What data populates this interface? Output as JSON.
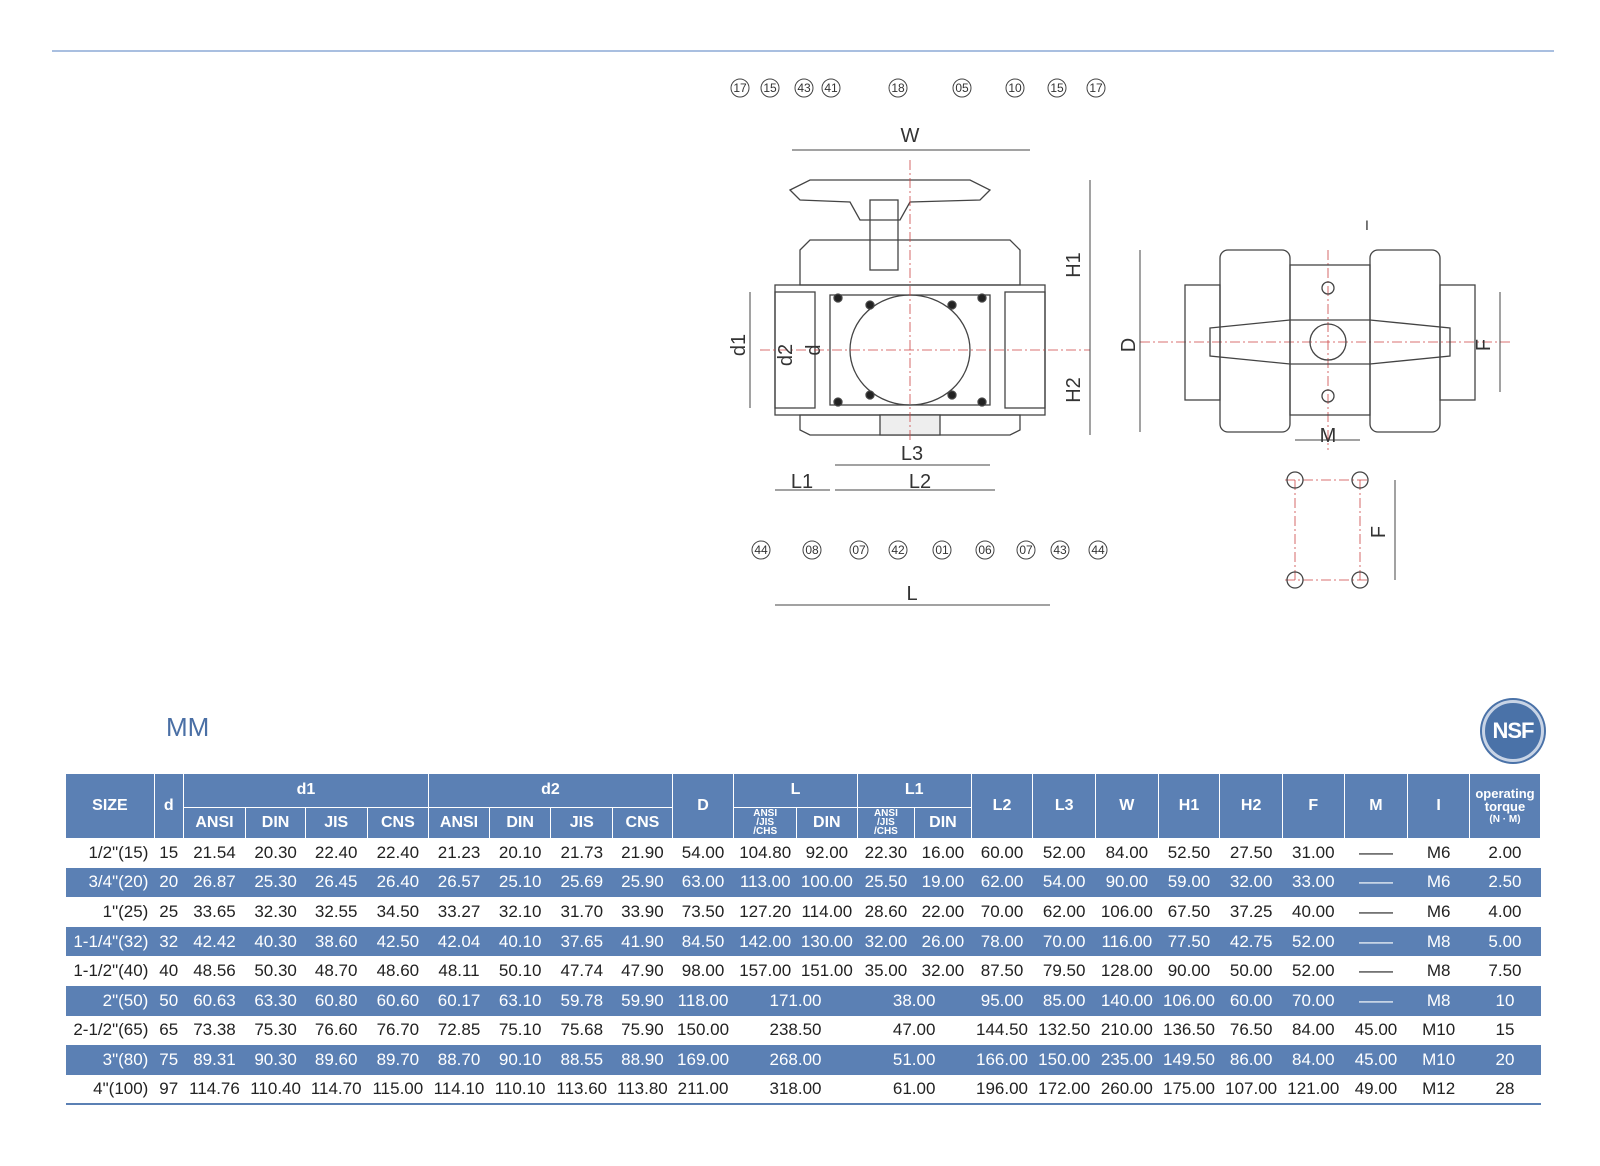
{
  "unit": "MM",
  "logo": "NSF",
  "drawing": {
    "callouts_top": [
      "17",
      "15",
      "43",
      "41",
      "18",
      "05",
      "10",
      "15",
      "17"
    ],
    "callouts_bottom": [
      "44",
      "08",
      "07",
      "42",
      "01",
      "06",
      "07",
      "43",
      "44"
    ],
    "dims": {
      "W": "W",
      "H1": "H1",
      "H2": "H2",
      "d1": "d1",
      "d2": "d2",
      "d": "d",
      "L": "L",
      "L1": "L1",
      "L2": "L2",
      "L3": "L3",
      "D": "D",
      "F": "F",
      "M": "M",
      "I": "I"
    }
  },
  "table": {
    "header": {
      "size": "SIZE",
      "d": "d",
      "d1": "d1",
      "d2": "d2",
      "D": "D",
      "L": "L",
      "L1": "L1",
      "L2": "L2",
      "L3": "L3",
      "W": "W",
      "H1": "H1",
      "H2": "H2",
      "F": "F",
      "M": "M",
      "I": "I",
      "torque_line1": "operating",
      "torque_line2": "torque",
      "torque_line3": "(N · M)",
      "ansi": "ANSI",
      "din": "DIN",
      "jis": "JIS",
      "cns": "CNS",
      "ansi_jis_chs_1": "ANSI",
      "ansi_jis_chs_2": "/JIS",
      "ansi_jis_chs_3": "/CHS"
    },
    "rows": [
      {
        "size": "1/2\"(15)",
        "d": "15",
        "d1_ansi": "21.54",
        "d1_din": "20.30",
        "d1_jis": "22.40",
        "d1_cns": "22.40",
        "d2_ansi": "21.23",
        "d2_din": "20.10",
        "d2_jis": "21.73",
        "d2_cns": "21.90",
        "D": "54.00",
        "L_ansi": "104.80",
        "L_din": "92.00",
        "L1_ansi": "22.30",
        "L1_din": "16.00",
        "L2": "60.00",
        "L3": "52.00",
        "W": "84.00",
        "H1": "52.50",
        "H2": "27.50",
        "F": "31.00",
        "M": "——",
        "I": "M6",
        "torque": "2.00"
      },
      {
        "size": "3/4\"(20)",
        "d": "20",
        "d1_ansi": "26.87",
        "d1_din": "25.30",
        "d1_jis": "26.45",
        "d1_cns": "26.40",
        "d2_ansi": "26.57",
        "d2_din": "25.10",
        "d2_jis": "25.69",
        "d2_cns": "25.90",
        "D": "63.00",
        "L_ansi": "113.00",
        "L_din": "100.00",
        "L1_ansi": "25.50",
        "L1_din": "19.00",
        "L2": "62.00",
        "L3": "54.00",
        "W": "90.00",
        "H1": "59.00",
        "H2": "32.00",
        "F": "33.00",
        "M": "——",
        "I": "M6",
        "torque": "2.50"
      },
      {
        "size": "1\"(25)",
        "d": "25",
        "d1_ansi": "33.65",
        "d1_din": "32.30",
        "d1_jis": "32.55",
        "d1_cns": "34.50",
        "d2_ansi": "33.27",
        "d2_din": "32.10",
        "d2_jis": "31.70",
        "d2_cns": "33.90",
        "D": "73.50",
        "L_ansi": "127.20",
        "L_din": "114.00",
        "L1_ansi": "28.60",
        "L1_din": "22.00",
        "L2": "70.00",
        "L3": "62.00",
        "W": "106.00",
        "H1": "67.50",
        "H2": "37.25",
        "F": "40.00",
        "M": "——",
        "I": "M6",
        "torque": "4.00"
      },
      {
        "size": "1-1/4\"(32)",
        "d": "32",
        "d1_ansi": "42.42",
        "d1_din": "40.30",
        "d1_jis": "38.60",
        "d1_cns": "42.50",
        "d2_ansi": "42.04",
        "d2_din": "40.10",
        "d2_jis": "37.65",
        "d2_cns": "41.90",
        "D": "84.50",
        "L_ansi": "142.00",
        "L_din": "130.00",
        "L1_ansi": "32.00",
        "L1_din": "26.00",
        "L2": "78.00",
        "L3": "70.00",
        "W": "116.00",
        "H1": "77.50",
        "H2": "42.75",
        "F": "52.00",
        "M": "——",
        "I": "M8",
        "torque": "5.00"
      },
      {
        "size": "1-1/2\"(40)",
        "d": "40",
        "d1_ansi": "48.56",
        "d1_din": "50.30",
        "d1_jis": "48.70",
        "d1_cns": "48.60",
        "d2_ansi": "48.11",
        "d2_din": "50.10",
        "d2_jis": "47.74",
        "d2_cns": "47.90",
        "D": "98.00",
        "L_ansi": "157.00",
        "L_din": "151.00",
        "L1_ansi": "35.00",
        "L1_din": "32.00",
        "L2": "87.50",
        "L3": "79.50",
        "W": "128.00",
        "H1": "90.00",
        "H2": "50.00",
        "F": "52.00",
        "M": "——",
        "I": "M8",
        "torque": "7.50"
      },
      {
        "size": "2\"(50)",
        "d": "50",
        "d1_ansi": "60.63",
        "d1_din": "63.30",
        "d1_jis": "60.80",
        "d1_cns": "60.60",
        "d2_ansi": "60.17",
        "d2_din": "63.10",
        "d2_jis": "59.78",
        "d2_cns": "59.90",
        "D": "118.00",
        "L": "171.00",
        "L1": "38.00",
        "L2": "95.00",
        "L3": "85.00",
        "W": "140.00",
        "H1": "106.00",
        "H2": "60.00",
        "F": "70.00",
        "M": "——",
        "I": "M8",
        "torque": "10"
      },
      {
        "size": "2-1/2\"(65)",
        "d": "65",
        "d1_ansi": "73.38",
        "d1_din": "75.30",
        "d1_jis": "76.60",
        "d1_cns": "76.70",
        "d2_ansi": "72.85",
        "d2_din": "75.10",
        "d2_jis": "75.68",
        "d2_cns": "75.90",
        "D": "150.00",
        "L": "238.50",
        "L1": "47.00",
        "L2": "144.50",
        "L3": "132.50",
        "W": "210.00",
        "H1": "136.50",
        "H2": "76.50",
        "F": "84.00",
        "M": "45.00",
        "I": "M10",
        "torque": "15"
      },
      {
        "size": "3\"(80)",
        "d": "75",
        "d1_ansi": "89.31",
        "d1_din": "90.30",
        "d1_jis": "89.60",
        "d1_cns": "89.70",
        "d2_ansi": "88.70",
        "d2_din": "90.10",
        "d2_jis": "88.55",
        "d2_cns": "88.90",
        "D": "169.00",
        "L": "268.00",
        "L1": "51.00",
        "L2": "166.00",
        "L3": "150.00",
        "W": "235.00",
        "H1": "149.50",
        "H2": "86.00",
        "F": "84.00",
        "M": "45.00",
        "I": "M10",
        "torque": "20"
      },
      {
        "size": "4\"(100)",
        "d": "97",
        "d1_ansi": "114.76",
        "d1_din": "110.40",
        "d1_jis": "114.70",
        "d1_cns": "115.00",
        "d2_ansi": "114.10",
        "d2_din": "110.10",
        "d2_jis": "113.60",
        "d2_cns": "113.80",
        "D": "211.00",
        "L": "318.00",
        "L1": "61.00",
        "L2": "196.00",
        "L3": "172.00",
        "W": "260.00",
        "H1": "175.00",
        "H2": "107.00",
        "F": "121.00",
        "M": "49.00",
        "I": "M12",
        "torque": "28"
      }
    ]
  }
}
